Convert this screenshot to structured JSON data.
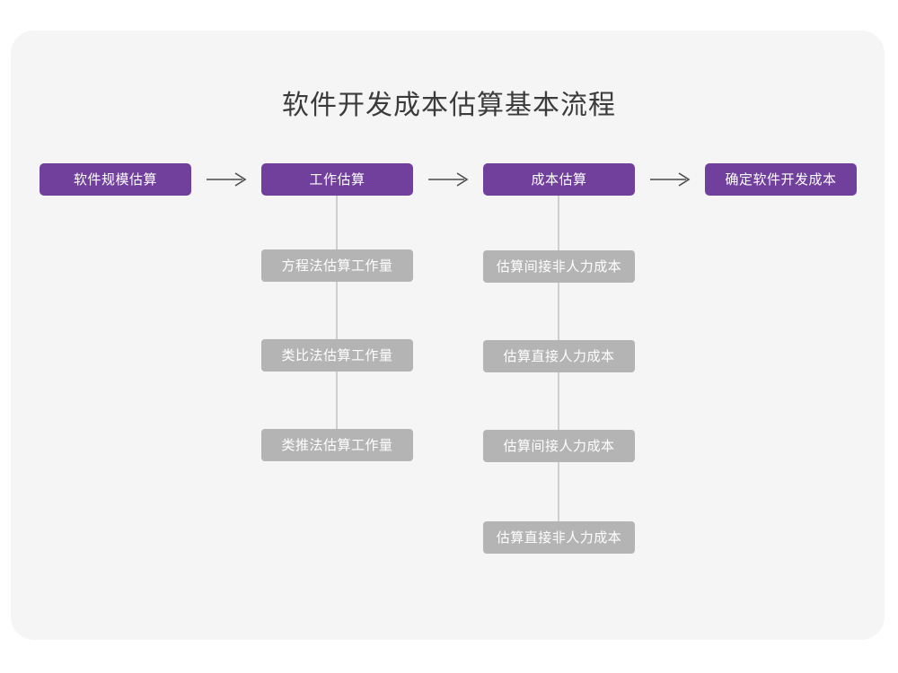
{
  "page": {
    "title": "软件开发成本估算基本流程",
    "background_color": "#ffffff",
    "card_color": "#f5f5f5"
  },
  "colors": {
    "primary": "#71409c",
    "secondary": "#b4b4b4",
    "title_text": "#3b3b3b",
    "node_text": "#ffffff",
    "connector": "#cfcfcf",
    "arrow": "#4a4a4a"
  },
  "chart_data": {
    "type": "diagram",
    "title": "软件开发成本估算基本流程",
    "orientation": "left-to-right with vertical sub-steps",
    "stages": [
      {
        "id": "stage-1",
        "label": "软件规模估算",
        "kind": "primary",
        "children": []
      },
      {
        "id": "stage-2",
        "label": "工作估算",
        "kind": "primary",
        "children": [
          "方程法估算工作量",
          "类比法估算工作量",
          "类推法估算工作量"
        ]
      },
      {
        "id": "stage-3",
        "label": "成本估算",
        "kind": "primary",
        "children": [
          "估算间接非人力成本",
          "估算直接人力成本",
          "估算间接人力成本",
          "估算直接非人力成本"
        ]
      },
      {
        "id": "stage-4",
        "label": "确定软件开发成本",
        "kind": "primary",
        "children": []
      }
    ],
    "connectors": [
      {
        "from": "stage-1",
        "to": "stage-2",
        "style": "arrow-right"
      },
      {
        "from": "stage-2",
        "to": "stage-3",
        "style": "arrow-right"
      },
      {
        "from": "stage-3",
        "to": "stage-4",
        "style": "arrow-right"
      }
    ]
  },
  "flow": {
    "stage1": {
      "label": "软件规模估算"
    },
    "stage2": {
      "label": "工作估算",
      "child1": "方程法估算工作量",
      "child2": "类比法估算工作量",
      "child3": "类推法估算工作量"
    },
    "stage3": {
      "label": "成本估算",
      "child1": "估算间接非人力成本",
      "child2": "估算直接人力成本",
      "child3": "估算间接人力成本",
      "child4": "估算直接非人力成本"
    },
    "stage4": {
      "label": "确定软件开发成本"
    }
  },
  "icons": {
    "arrow_1": "arrow-right-icon",
    "arrow_2": "arrow-right-icon",
    "arrow_3": "arrow-right-icon"
  }
}
